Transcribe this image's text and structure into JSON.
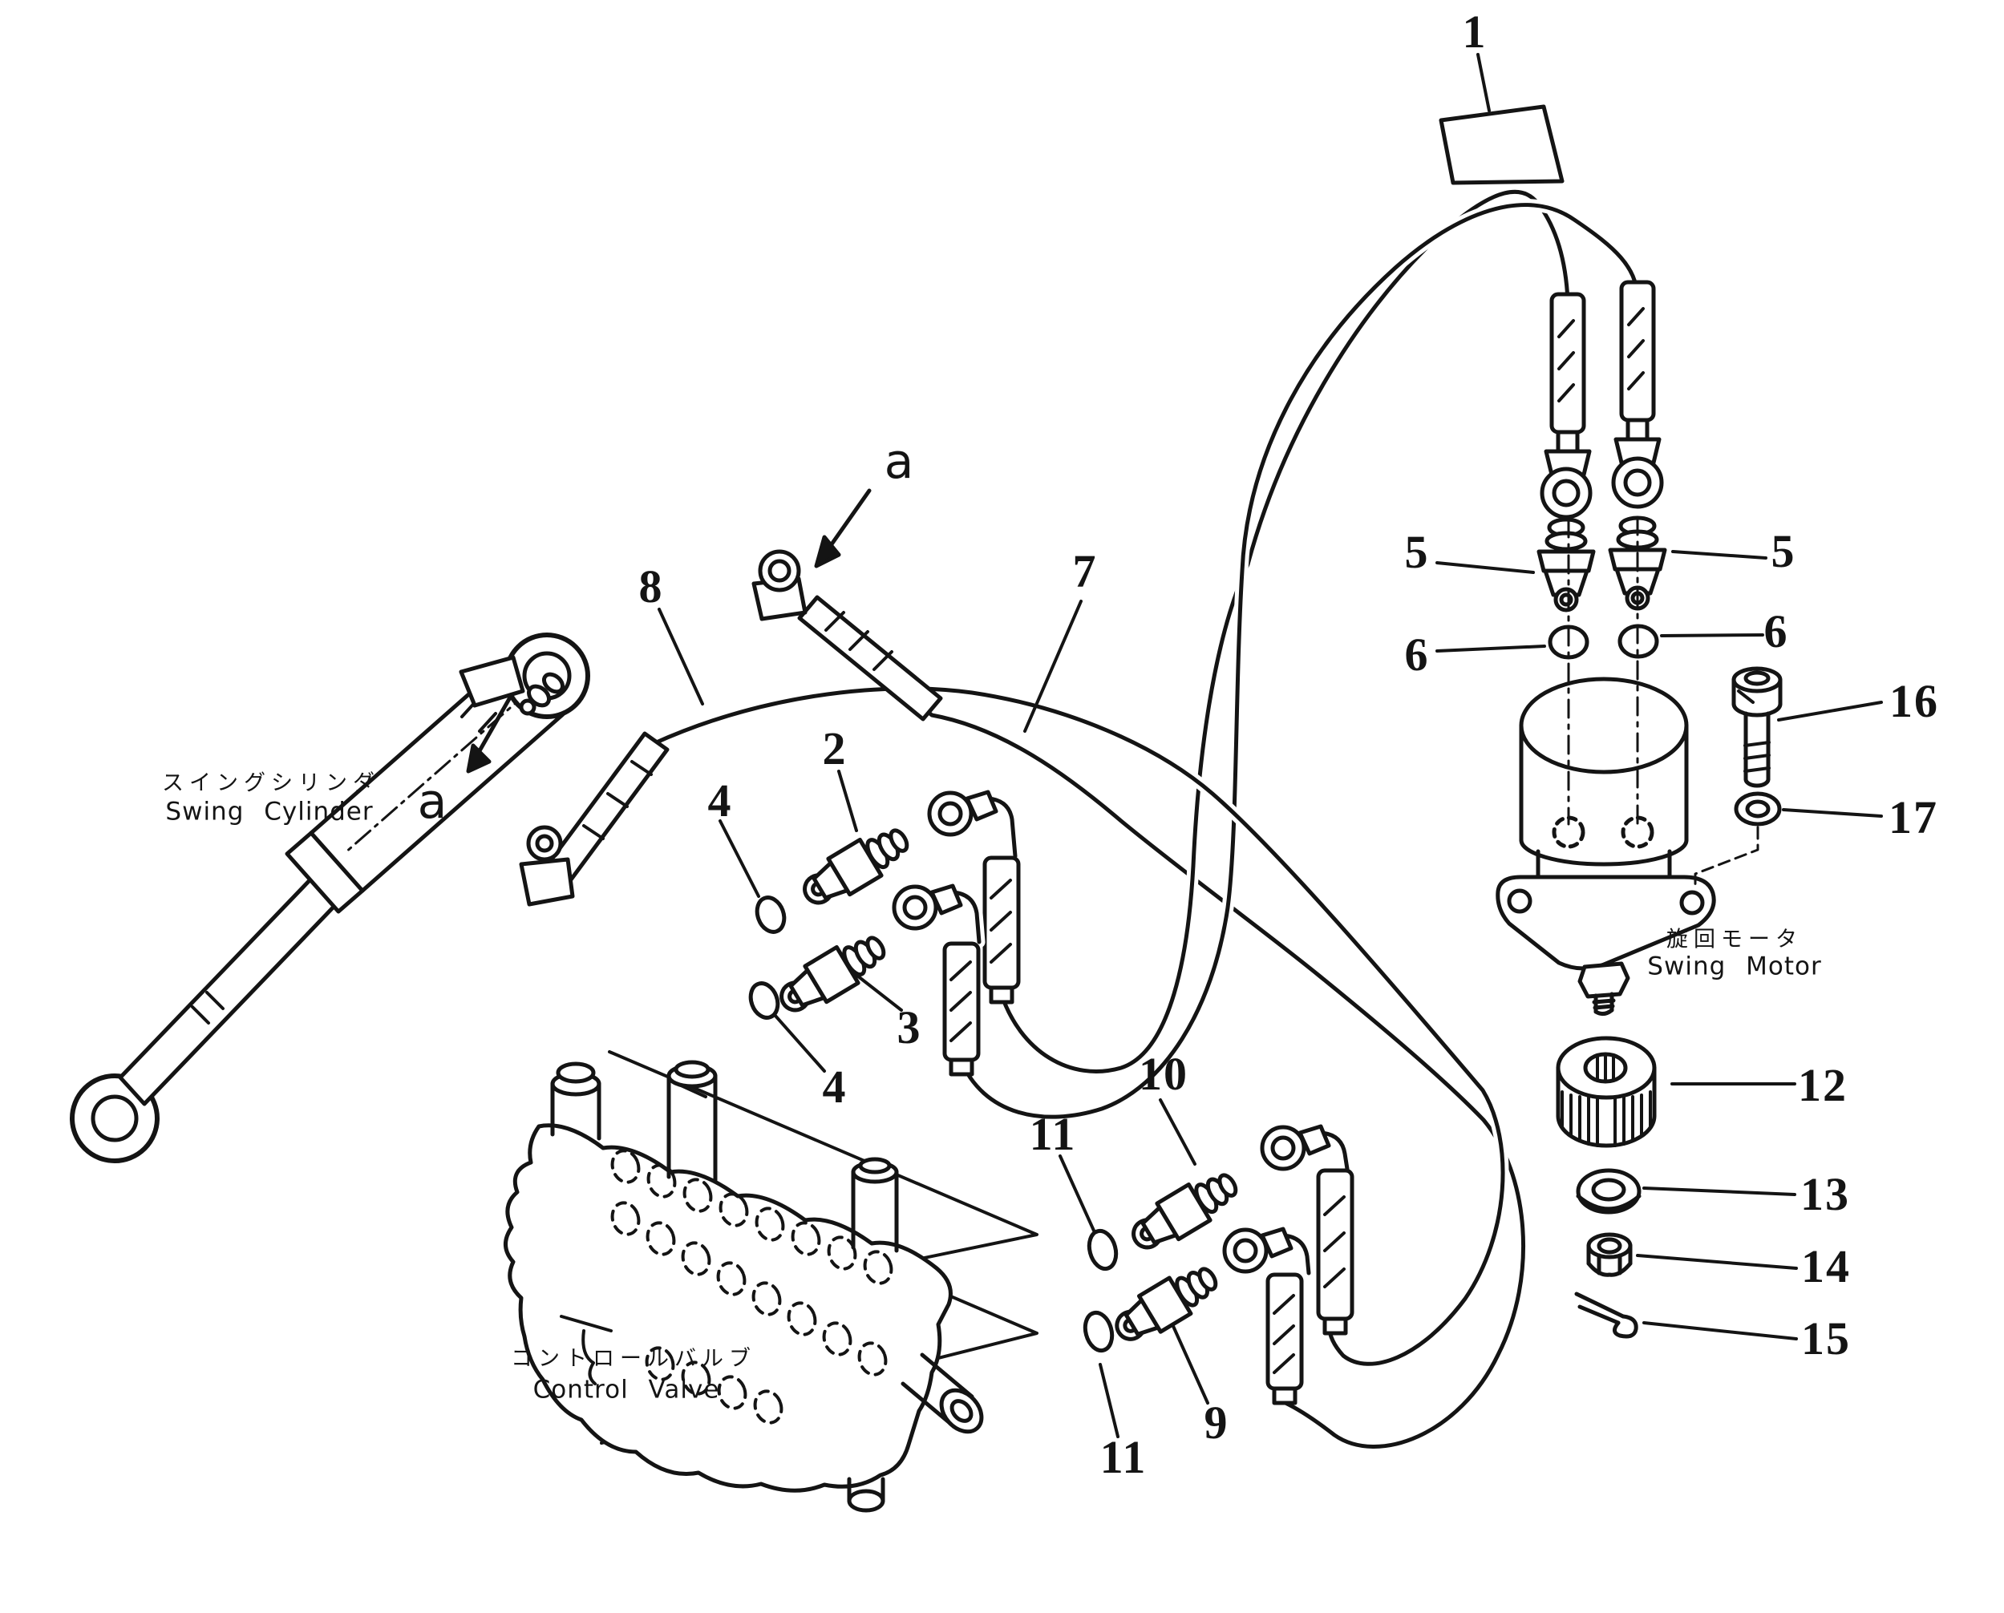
{
  "colors": {
    "background": "#ffffff",
    "line": "#141414"
  },
  "captions": {
    "swing_cylinder_jp": "スイングシリンダ",
    "swing_cylinder_en": "Swing Cylinder",
    "swing_motor_jp": "旋回モータ",
    "swing_motor_en": "Swing Motor",
    "control_valve_jp": "コントロールバルブ",
    "control_valve_en": "Control Valve"
  },
  "callouts": [
    {
      "text": "1"
    },
    {
      "text": "2"
    },
    {
      "text": "3"
    },
    {
      "text": "4"
    },
    {
      "text": "4"
    },
    {
      "text": "5"
    },
    {
      "text": "5"
    },
    {
      "text": "6"
    },
    {
      "text": "6"
    },
    {
      "text": "7"
    },
    {
      "text": "8"
    },
    {
      "text": "9"
    },
    {
      "text": "10"
    },
    {
      "text": "11"
    },
    {
      "text": "11"
    },
    {
      "text": "12"
    },
    {
      "text": "13"
    },
    {
      "text": "14"
    },
    {
      "text": "15"
    },
    {
      "text": "16"
    },
    {
      "text": "17"
    },
    {
      "text": "a"
    },
    {
      "text": "a"
    }
  ]
}
